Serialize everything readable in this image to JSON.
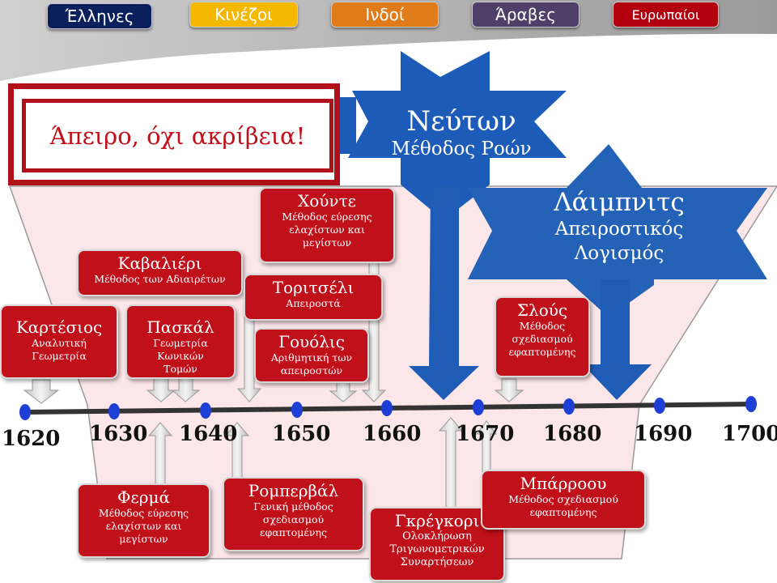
{
  "tabs": [
    {
      "label": "Έλληνες",
      "color": "#0a1f5c"
    },
    {
      "label": "Κινέζοι",
      "color": "#f5b800"
    },
    {
      "label": "Ινδοί",
      "color": "#e07b1a"
    },
    {
      "label": "Άραβες",
      "color": "#4f3e68"
    },
    {
      "label": "Ευρωπαίοι",
      "color": "#b3000f"
    }
  ],
  "headline": "Άπειρο, όχι ακρίβεια!",
  "banners": {
    "newton": {
      "name": "Νεύτων",
      "desc": "Μέθοδος Ροών"
    },
    "leibniz": {
      "name": "Λάιμπνιτς",
      "desc_line1": "Απειροστικός",
      "desc_line2": "Λογισμός"
    }
  },
  "years": [
    "1620",
    "1630",
    "1640",
    "1650",
    "1660",
    "1670",
    "1680",
    "1690",
    "1700"
  ],
  "people": {
    "descartes": {
      "name": "Καρτέσιος",
      "desc": "Αναλυτική Γεωμετρία"
    },
    "cavalieri": {
      "name": "Καβαλιέρι",
      "desc": "Μέθοδος των Αδιαιρέτων"
    },
    "pascal": {
      "name": "Πασκάλ",
      "desc": "Γεωμετρία Κωνικών Τομών"
    },
    "hudde": {
      "name": "Χούντε",
      "desc": "Μέθοδος εύρεσης ελαχίστων και μεγίστων"
    },
    "torricelli": {
      "name": "Τοριτσέλι",
      "desc": "Απειροστά"
    },
    "wallis": {
      "name": "Γουόλις",
      "desc": "Αριθμητική των απειροστών"
    },
    "sluse": {
      "name": "Σλούς",
      "desc": "Μέθοδος σχεδιασμού εφαπτομένης"
    },
    "fermat": {
      "name": "Φερμά",
      "desc": "Μέθοδος εύρεσης ελαχίστων και μεγίστων"
    },
    "roberval": {
      "name": "Ρομπερβάλ",
      "desc": "Γενική μέθοδος σχεδιασμού εφαπτομένης"
    },
    "gregory": {
      "name": "Γκρέγκορι",
      "desc": "Ολοκλήρωση Τριγωνομετρικών Συναρτήσεων"
    },
    "barrow": {
      "name": "Μπάρροου",
      "desc": "Μέθοδος σχεδιασμού εφαπτομένης"
    }
  }
}
